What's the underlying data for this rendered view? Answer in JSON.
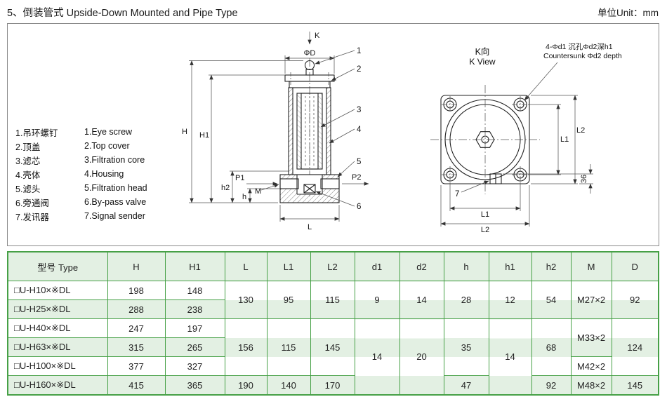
{
  "page": {
    "title": "5、倒装管式 Upside-Down Mounted and Pipe Type",
    "unit_label": "单位Unit：mm"
  },
  "legend": {
    "items": [
      {
        "cn": "1.吊环螺钉",
        "en": "1.Eye screw"
      },
      {
        "cn": "2.顶盖",
        "en": "2.Top cover"
      },
      {
        "cn": "3.滤芯",
        "en": "3.Filtration core"
      },
      {
        "cn": "4.壳体",
        "en": "4.Housing"
      },
      {
        "cn": "5.滤头",
        "en": "5.Filtration head"
      },
      {
        "cn": "6.旁通阀",
        "en": "6.By-pass valve"
      },
      {
        "cn": "7.发讯器",
        "en": "7.Signal sender"
      }
    ]
  },
  "front_view": {
    "labels": {
      "k": "K",
      "phi_d": "ΦD",
      "H": "H",
      "H1": "H1",
      "h2": "h2",
      "h": "h",
      "M": "M",
      "P1": "P1",
      "P2": "P2",
      "L": "L"
    },
    "callouts": [
      "1",
      "2",
      "3",
      "4",
      "5",
      "6"
    ]
  },
  "k_view": {
    "title_cn": "K向",
    "title_en": "K View",
    "note_cn": "4-Φd1 沉孔Φd2深h1",
    "note_en": "Countersunk Φd2 depth",
    "labels": {
      "L1_side": "L1",
      "L2_side": "L2",
      "dim_36": "36",
      "L1_bottom": "L1",
      "L2_bottom": "L2"
    },
    "callout": "7"
  },
  "colors": {
    "table_border": "#46a046",
    "stripe": "#e3f0e3"
  },
  "table": {
    "headers": [
      "型号 Type",
      "H",
      "H1",
      "L",
      "L1",
      "L2",
      "d1",
      "d2",
      "h",
      "h1",
      "h2",
      "M",
      "D"
    ],
    "rows": [
      {
        "type": "□U-H10×※DL",
        "H": "198",
        "H1": "148",
        "L": "130",
        "L1": "95",
        "L2": "115",
        "d1": "9",
        "d2": "14",
        "h": "28",
        "h1": "12",
        "h2": "54",
        "M": "M27×2",
        "D": "92"
      },
      {
        "type": "□U-H25×※DL",
        "H": "288",
        "H1": "238"
      },
      {
        "type": "□U-H40×※DL",
        "H": "247",
        "H1": "197",
        "L": "156",
        "L1": "115",
        "L2": "145",
        "d1": "14",
        "d2": "20",
        "h": "35",
        "h1": "14",
        "h2": "68",
        "M": "M33×2",
        "D": "124"
      },
      {
        "type": "□U-H63×※DL",
        "H": "315",
        "H1": "265"
      },
      {
        "type": "□U-H100×※DL",
        "H": "377",
        "H1": "327",
        "M": "M42×2"
      },
      {
        "type": "□U-H160×※DL",
        "H": "415",
        "H1": "365",
        "L": "190",
        "L1": "140",
        "L2": "170",
        "h": "47",
        "h2": "92",
        "M": "M48×2",
        "D": "145"
      }
    ]
  }
}
